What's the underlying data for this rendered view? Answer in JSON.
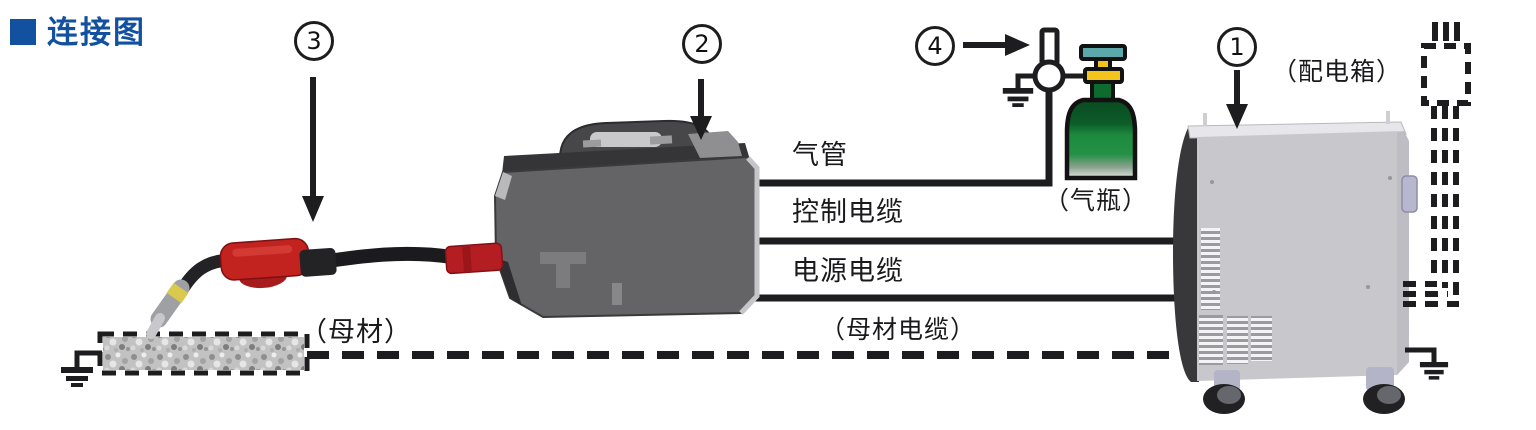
{
  "title": {
    "text": "连接图"
  },
  "callouts": {
    "c1": "1",
    "c2": "2",
    "c3": "3",
    "c4": "4"
  },
  "labels": {
    "gas_pipe": "气管",
    "control_cable": "控制电缆",
    "power_cable": "电源电缆",
    "base_metal": "（母材）",
    "base_metal_cable": "（母材电缆）",
    "gas_cylinder": "（气瓶）",
    "distribution_box": "（配电箱）"
  },
  "colors": {
    "accent_blue": "#11519f",
    "diagram_black": "#1d1d1f",
    "torch_red": "#c2231f",
    "cylinder_green": "#1a873c",
    "valve_yellow": "#f3c41c",
    "cap_teal": "#5ba9ab",
    "feeder_gray": "#646467",
    "power_source_gray": "#c7c7cc"
  }
}
